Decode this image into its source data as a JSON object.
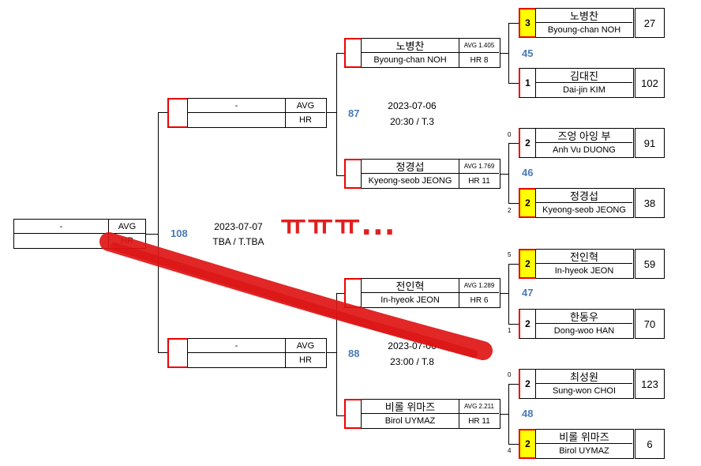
{
  "final": {
    "name": "-",
    "avg_label": "AVG",
    "hr_label": "HR",
    "score": "108",
    "date": "2023-07-07",
    "venue": "TBA / T.TBA"
  },
  "semi_top": {
    "name": "-",
    "avg_label": "AVG",
    "hr_label": "HR",
    "score": "87",
    "date": "2023-07-06",
    "time": "20:30 / T.3"
  },
  "semi_bottom": {
    "name": "-",
    "avg_label": "AVG",
    "hr_label": "HR",
    "score": "88",
    "date": "2023-07-06",
    "time": "23:00 / T.8"
  },
  "annotation": "ㅠㅠㅠ...",
  "qf": [
    {
      "kor": "노병찬",
      "eng": "Byoung-chan NOH",
      "avg": "AVG 1.405",
      "hr": "HR 8",
      "score": "45"
    },
    {
      "kor": "정경섭",
      "eng": "Kyeong-seob JEONG",
      "avg": "AVG 1.769",
      "hr": "HR 11",
      "score": "46"
    },
    {
      "kor": "전인혁",
      "eng": "In-hyeok JEON",
      "avg": "AVG 1.289",
      "hr": "HR 6",
      "score": "47"
    },
    {
      "kor": "비롤 위마즈",
      "eng": "Birol UYMAZ",
      "avg": "AVG 2.211",
      "hr": "HR 11",
      "score": "48"
    }
  ],
  "r16": [
    {
      "set": "3",
      "kor": "노병찬",
      "eng": "Byoung-chan NOH",
      "rank": "27",
      "small": "",
      "winner": true
    },
    {
      "set": "1",
      "kor": "김대진",
      "eng": "Dai-jin KIM",
      "rank": "102",
      "small": "",
      "winner": false
    },
    {
      "set": "2",
      "kor": "즈엉 아잉 부",
      "eng": "Anh Vu DUONG",
      "rank": "91",
      "small": "0",
      "winner": false
    },
    {
      "set": "2",
      "kor": "정경섭",
      "eng": "Kyeong-seob JEONG",
      "rank": "38",
      "small": "2",
      "winner": true
    },
    {
      "set": "2",
      "kor": "전인혁",
      "eng": "In-hyeok JEON",
      "rank": "59",
      "small": "5",
      "winner": true
    },
    {
      "set": "2",
      "kor": "한동우",
      "eng": "Dong-woo HAN",
      "rank": "70",
      "small": "1",
      "winner": false
    },
    {
      "set": "2",
      "kor": "최성원",
      "eng": "Sung-won CHOI",
      "rank": "123",
      "small": "0",
      "winner": false
    },
    {
      "set": "2",
      "kor": "비롤 위마즈",
      "eng": "Birol UYMAZ",
      "rank": "6",
      "small": "4",
      "winner": true
    }
  ]
}
